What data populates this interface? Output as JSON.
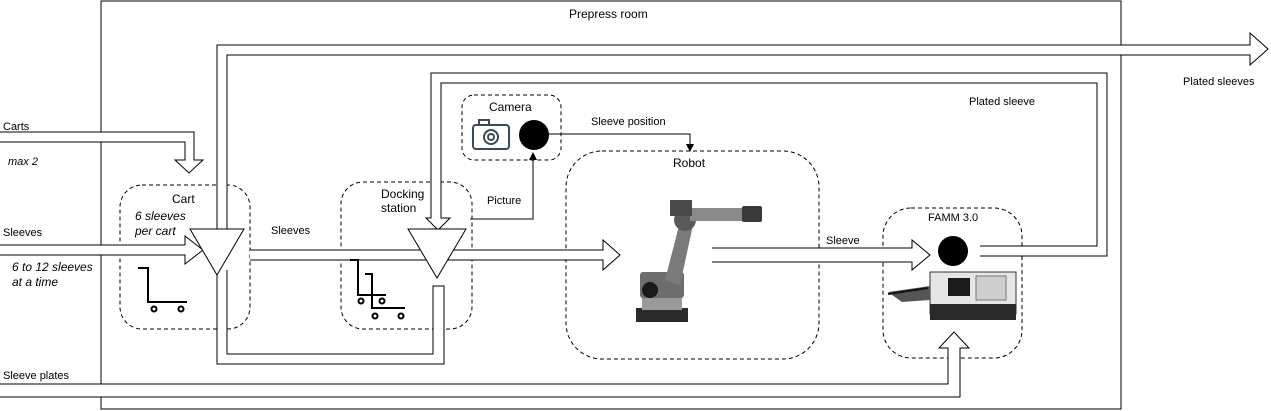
{
  "room": {
    "title": "Prepress room"
  },
  "nodes": {
    "cart": {
      "title": "Cart",
      "capacity": "6 sleeves per cart"
    },
    "docking": {
      "title": "Docking station"
    },
    "camera": {
      "title": "Camera"
    },
    "robot": {
      "title": "Robot"
    },
    "famm": {
      "title": "FAMM 3.0"
    }
  },
  "flows": {
    "carts_in": "Carts",
    "carts_max": "max 2",
    "sleeves_in": "Sleeves",
    "sleeves_rate": "6 to 12 sleeves at a time",
    "sleeves_cart_to_dock": "Sleeves",
    "picture": "Picture",
    "sleeve_position": "Sleeve position",
    "sleeve_robot_to_famm": "Sleeve",
    "plated_sleeve": "Plated sleeve",
    "plated_sleeves_out": "Plated sleeves",
    "sleeve_plates_in": "Sleeve plates"
  },
  "icons": {
    "camera": "camera-icon",
    "cart": "cart-icon",
    "robot": "robot-arm-icon",
    "famm": "plate-mounting-machine-icon",
    "sensor": "black-circle-sensor"
  }
}
